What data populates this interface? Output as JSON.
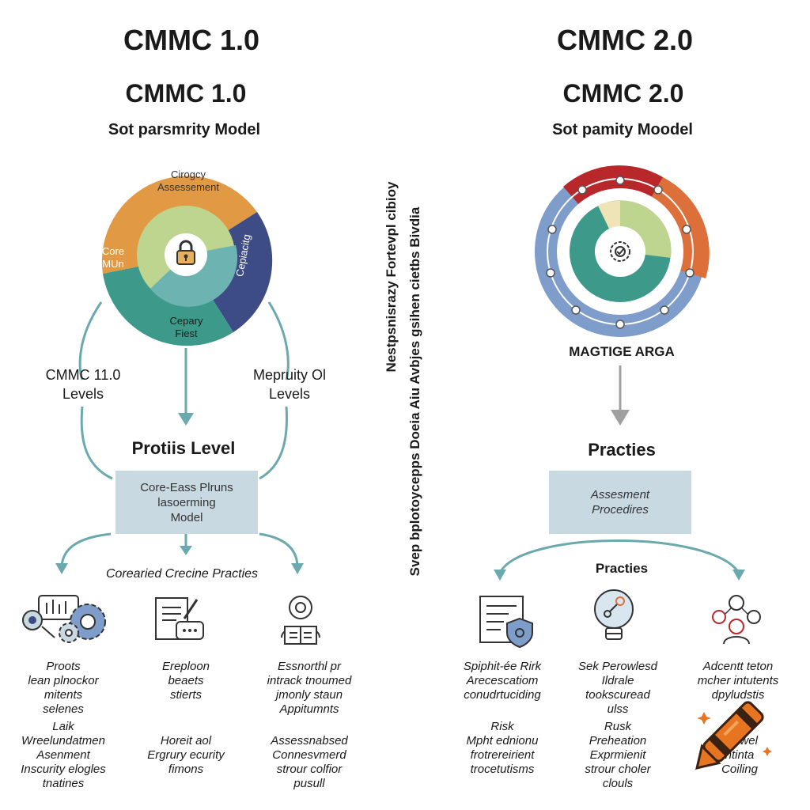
{
  "left": {
    "title_top": "CMMC 1.0",
    "title": "CMMC 1.0",
    "subtitle": "Sot parsmrity Model",
    "wedges": {
      "top": "Cirogcy\nAssessement",
      "left": "Core\nMUn",
      "bottom": "Cepary\nFiest",
      "right": "Cepiacitg"
    },
    "side_left": "CMMC 11.0\nLevels",
    "side_right": "Mepruity Ol\nLevels",
    "level_title": "Protiis Level",
    "box": "Core-Eass Plruns\nlasoerming\nModel",
    "practices_title": "Corearied Crecine Practies",
    "col1_a": "Proots\nlean plnockor\nmitents\nselenes",
    "col1_b": "Laik\nWreelundatmen\nAsenment\nInscurity elogles\ntnatines",
    "col2_a": "Ereploon\nbeaets\nstierts",
    "col2_b": "Horeit aol\nErgrury ecurity\nfimons",
    "col3_a": "Essnorthl pr\nintrack tnoumed\njmonly staun\nAppitumnts",
    "col3_b": "Assessnabsed\nConnesvmerd\nstrour colfior\npusull"
  },
  "middle": {
    "line1": "Nestpsnisrazy Fortevpl cibioy",
    "line2": "Svep bplotoycepps Doeia Aiu Avbjes gsihen cietbs Bivdia"
  },
  "right": {
    "title_top": "CMMC 2.0",
    "title": "CMMC 2.0",
    "subtitle": "Sot pamity Moodel",
    "circle_label": "MAGTIGE ARGA",
    "practices_title": "Practies",
    "box": "Assesment\nProcedires",
    "sub_title": "Practies",
    "col1_a": "Spiphit-ée Rirk\nArecescatiom\nconudrtuciding",
    "col1_b": "Risk\nMpht ednionu\nfrotrereirient\ntrocetutisms",
    "col2_a": "Sek Perowlesd\nIldrale\ntookscuread\nulss",
    "col2_b": "Rusk\nPreheation\nExprmienit\nstrour choler\nclouls",
    "col3_a": "Adcentt teton\nmcher intutents\ndpyludstis",
    "col3_b": "Ile\nCo   wel\nntinta\nCoiling"
  },
  "colors": {
    "orange": "#e19a43",
    "teal": "#3d9a8b",
    "navy": "#3e4c86",
    "light_green": "#bdd58e",
    "light_teal": "#6db3b2",
    "red": "#b8282a",
    "rust": "#dd6f3b",
    "blue": "#7f9dca",
    "box": "#c9d9e2",
    "arrow": "#6aa9ad"
  },
  "icons": [
    "padlock-icon",
    "gear-icon",
    "document-icon",
    "person-icon",
    "shield-icon",
    "lightbulb-icon",
    "people-icon",
    "crayon-icon"
  ]
}
